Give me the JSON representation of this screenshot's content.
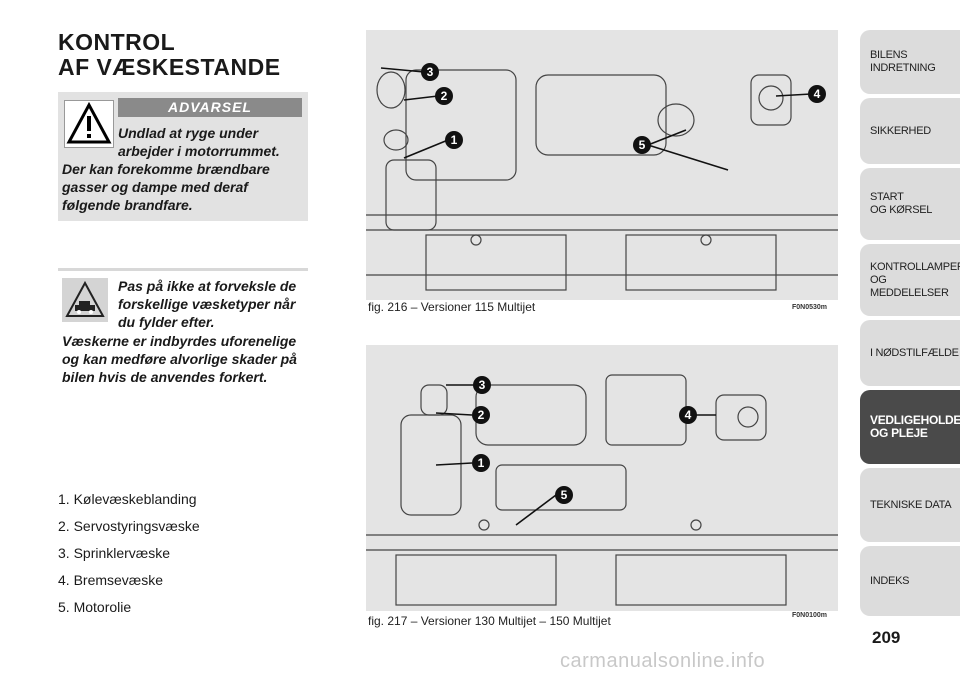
{
  "title": {
    "line1": "KONTROL",
    "line2": "AF VÆSKESTANDE"
  },
  "warning": {
    "badge": "ADVARSEL",
    "text_short": "Undlad at ryge under arbejder i motorrummet.",
    "text_long": "Der kan forekomme brændbare gasser og dampe med deraf følgende brandfare."
  },
  "attention": {
    "text_short": "Pas på ikke at forveksle de forskellige væsketyper når du fylder efter.",
    "text_long": "Væskerne er indbyrdes uforenelige og kan medføre alvorlige skader på bilen hvis de anvendes forkert."
  },
  "legend": [
    "1. Kølevæskeblanding",
    "2. Servostyringsvæske",
    "3. Sprinklervæske",
    "4. Bremsevæske",
    "5. Motorolie"
  ],
  "figures": [
    {
      "caption": "fig. 216 – Versioner 115 Multijet",
      "code": "F0N0530m",
      "callouts": [
        "1",
        "2",
        "3",
        "4",
        "5"
      ]
    },
    {
      "caption": "fig. 217 – Versioner 130 Multijet – 150 Multijet",
      "code": "F0N0100m",
      "callouts": [
        "1",
        "2",
        "3",
        "4",
        "5"
      ]
    }
  ],
  "tabs": [
    {
      "line1": "BILENS",
      "line2": "INDRETNING"
    },
    {
      "line1": "SIKKERHED",
      "line2": ""
    },
    {
      "line1": "START",
      "line2": "OG KØRSEL"
    },
    {
      "line1": "KONTROLLAMPER",
      "line2": "OG MEDDELELSER"
    },
    {
      "line1": "I NØDSTILFÆLDE",
      "line2": ""
    },
    {
      "line1": "VEDLIGEHOLDELSE",
      "line2": "OG PLEJE"
    },
    {
      "line1": "TEKNISKE DATA",
      "line2": ""
    },
    {
      "line1": "INDEKS",
      "line2": ""
    }
  ],
  "active_tab": 5,
  "page_number": "209",
  "watermark": "carmanualsonline.info"
}
